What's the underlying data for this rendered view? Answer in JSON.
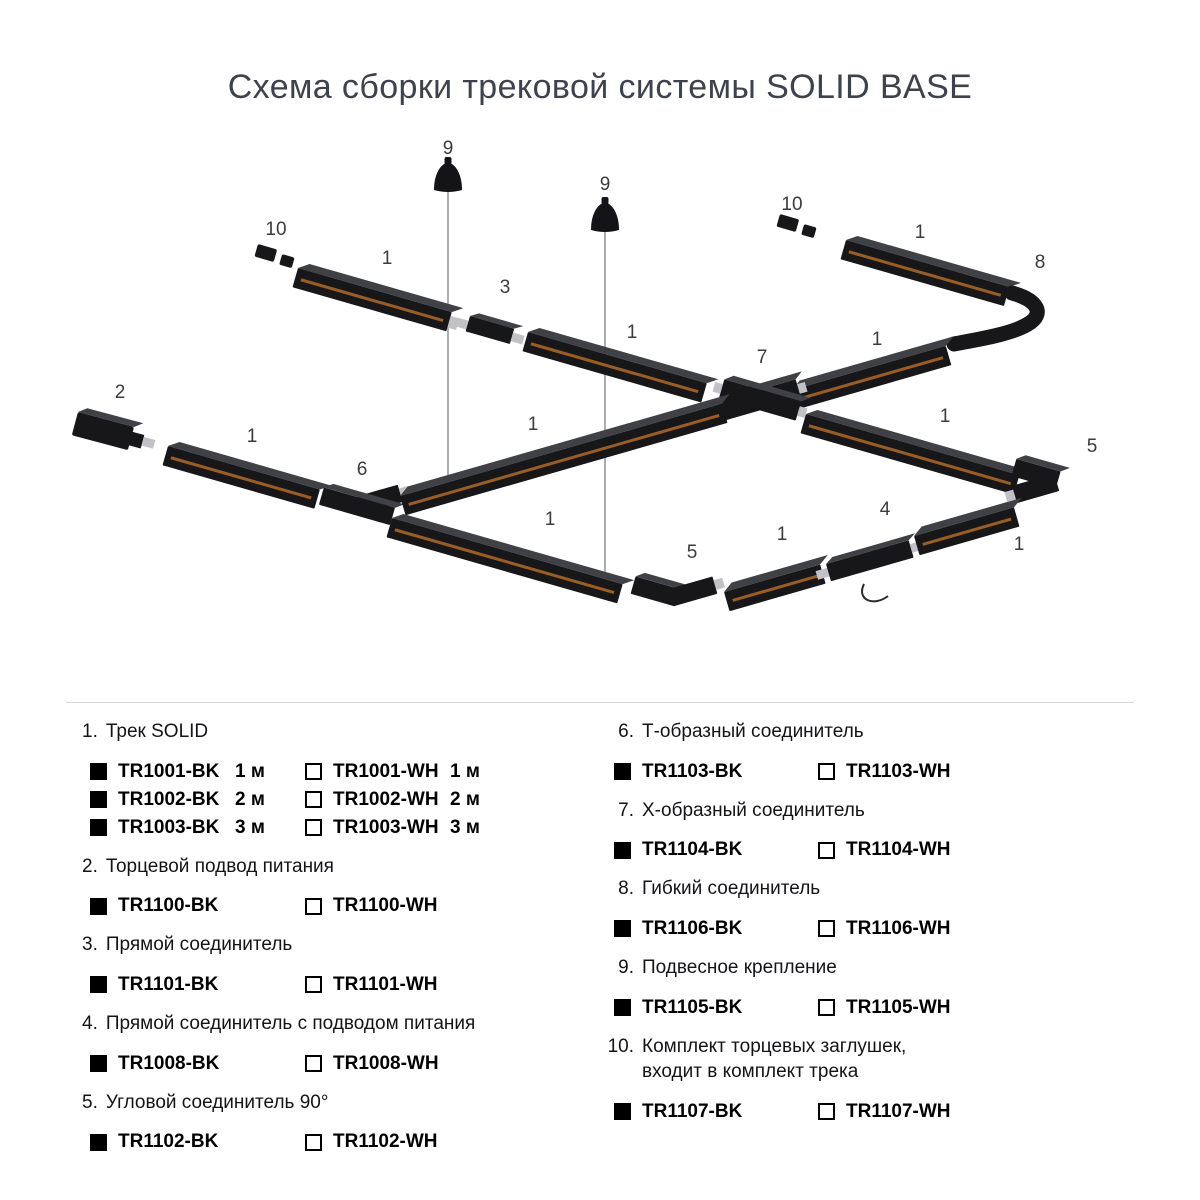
{
  "title": "Схема сборки трековой системы SOLID BASE",
  "colors": {
    "track": "#17171a",
    "track_top": "#404047",
    "conductor_accent": "#b06a28",
    "metal_tongue": "#c2c2c6",
    "swatch_black": "#000000",
    "swatch_white": "#ffffff"
  },
  "diagram": {
    "labels": {
      "n1": "1",
      "n2": "2",
      "n3": "3",
      "n4": "4",
      "n5": "5",
      "n6": "6",
      "n7": "7",
      "n8": "8",
      "n9": "9",
      "n10": "10"
    }
  },
  "legend": {
    "sections_left": [
      {
        "num": "1.",
        "title": "Трек SOLID",
        "rows": [
          {
            "bk_code": "TR1001-BK",
            "bk_size": "1 м",
            "wh_code": "TR1001-WH",
            "wh_size": "1 м"
          },
          {
            "bk_code": "TR1002-BK",
            "bk_size": "2 м",
            "wh_code": "TR1002-WH",
            "wh_size": "2 м"
          },
          {
            "bk_code": "TR1003-BK",
            "bk_size": "3 м",
            "wh_code": "TR1003-WH",
            "wh_size": "3 м"
          }
        ]
      },
      {
        "num": "2.",
        "title": "Торцевой подвод питания",
        "rows": [
          {
            "bk_code": "TR1100-BK",
            "wh_code": "TR1100-WH"
          }
        ]
      },
      {
        "num": "3.",
        "title": "Прямой соединитель",
        "rows": [
          {
            "bk_code": "TR1101-BK",
            "wh_code": "TR1101-WH"
          }
        ]
      },
      {
        "num": "4.",
        "title": "Прямой соединитель с подводом питания",
        "rows": [
          {
            "bk_code": "TR1008-BK",
            "wh_code": "TR1008-WH"
          }
        ]
      },
      {
        "num": "5.",
        "title": "Угловой соединитель 90°",
        "rows": [
          {
            "bk_code": "TR1102-BK",
            "wh_code": "TR1102-WH"
          }
        ]
      }
    ],
    "sections_right": [
      {
        "num": "6.",
        "title": "Т-образный соединитель",
        "rows": [
          {
            "bk_code": "TR1103-BK",
            "wh_code": "TR1103-WH"
          }
        ]
      },
      {
        "num": "7.",
        "title": "Х-образный соединитель",
        "rows": [
          {
            "bk_code": "TR1104-BK",
            "wh_code": "TR1104-WH"
          }
        ]
      },
      {
        "num": "8.",
        "title": "Гибкий соединитель",
        "rows": [
          {
            "bk_code": "TR1106-BK",
            "wh_code": "TR1106-WH"
          }
        ]
      },
      {
        "num": "9.",
        "title": "Подвесное крепление",
        "rows": [
          {
            "bk_code": "TR1105-BK",
            "wh_code": "TR1105-WH"
          }
        ]
      },
      {
        "num": "10.",
        "title": "Комплект торцевых заглушек,",
        "title2": "входит в комплект трека",
        "rows": [
          {
            "bk_code": "TR1107-BK",
            "wh_code": "TR1107-WH"
          }
        ]
      }
    ]
  }
}
